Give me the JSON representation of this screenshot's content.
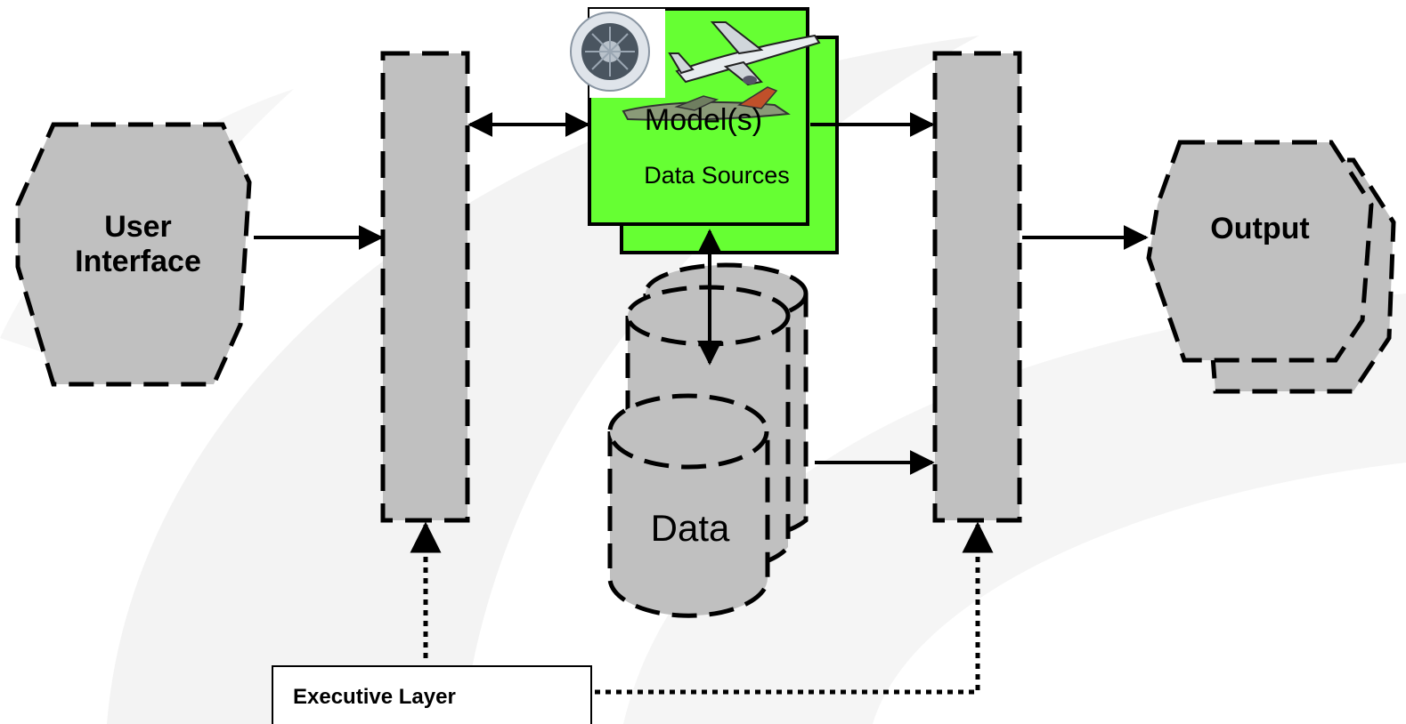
{
  "diagram": {
    "user_interface": {
      "line1": "User",
      "line2": "Interface"
    },
    "model": "Model(s)",
    "data_sources": "Data Sources",
    "data": "Data",
    "output": "Output",
    "executive_layer": "Executive Layer"
  },
  "colors": {
    "shape_fill": "#c0c0c0",
    "model_fill": "#66ff33",
    "stroke": "#000000",
    "watermark": "#f2f2f2"
  },
  "icons": [
    "jet-engine-icon",
    "airliner-icon",
    "fighter-jet-icon"
  ]
}
